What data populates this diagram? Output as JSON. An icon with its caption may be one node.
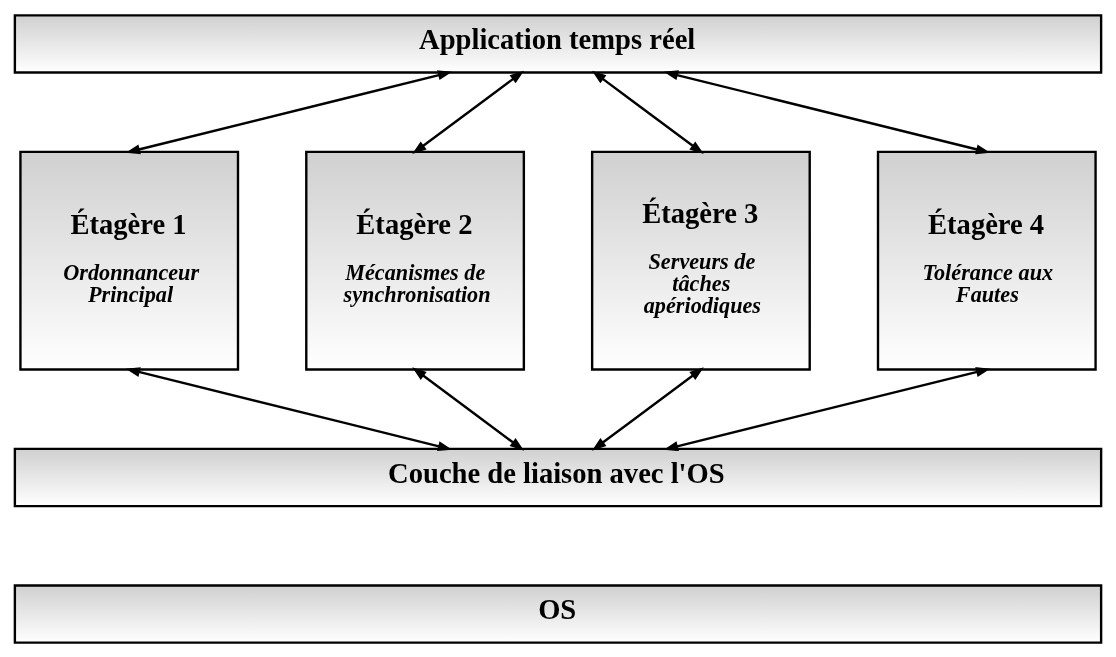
{
  "diagram": {
    "nodes": [
      {
        "text": [
          "Application temps réel"
        ]
      },
      {
        "text": [
          "Étagère 1",
          "Ordonnanceur Principal"
        ]
      },
      {
        "text": [
          "Étagère 2",
          "Mécanismes de synchronisation"
        ]
      },
      {
        "text": [
          "Étagère 3",
          "Serveurs de tâches apériodiques"
        ]
      },
      {
        "text": [
          "Étagère 4",
          "Tolérance aux Fautes"
        ]
      },
      {
        "text": [
          "Couche de liaison avec l'OS"
        ]
      },
      {
        "text": [
          "OS"
        ]
      }
    ],
    "edges": [
      {
        "from": 0,
        "to": 1,
        "arrow": "both"
      },
      {
        "from": 0,
        "to": 2,
        "arrow": "both"
      },
      {
        "from": 0,
        "to": 3,
        "arrow": "both"
      },
      {
        "from": 0,
        "to": 4,
        "arrow": "both"
      },
      {
        "from": 5,
        "to": 1,
        "arrow": "both"
      },
      {
        "from": 5,
        "to": 2,
        "arrow": "both"
      },
      {
        "from": 5,
        "to": 3,
        "arrow": "both"
      },
      {
        "from": 5,
        "to": 4,
        "arrow": "both"
      }
    ]
  }
}
